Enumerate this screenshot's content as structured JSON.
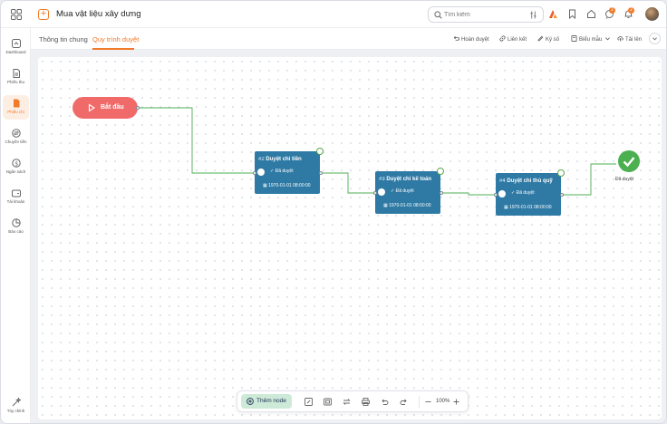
{
  "app": {
    "title": "Mua vật liệu xây dưng"
  },
  "search": {
    "placeholder": "Tìm kiếm"
  },
  "notifications": {
    "chat_count": "2",
    "bell_count": "2"
  },
  "sidebar": {
    "items": [
      {
        "label": "Dashboard"
      },
      {
        "label": "Phiếu thu"
      },
      {
        "label": "Phiếu chi"
      },
      {
        "label": "Chuyển tiền"
      },
      {
        "label": "Ngân sách"
      },
      {
        "label": "Tài khoản"
      },
      {
        "label": "Báo cáo"
      }
    ],
    "bottom": {
      "label": "Tùy chỉnh"
    }
  },
  "tabs": [
    {
      "label": "Thông tin chung"
    },
    {
      "label": "Quy trình duyệt"
    }
  ],
  "actions": {
    "undo": "Hoàn duyệt",
    "link": "Liên kết",
    "sign": "Ký số",
    "template": "Biểu mẫu",
    "upload": "Tải lên"
  },
  "flow": {
    "start": {
      "label": "Bắt đầu"
    },
    "nodes": [
      {
        "num": "#2",
        "title": "Duyệt chi tiền",
        "status": "Đã duyệt",
        "time": "1970-01-01 08:00:00"
      },
      {
        "num": "#3",
        "title": "Duyệt chi kế toán",
        "status": "Đã duyệt",
        "time": "1970-01-01 08:00:00"
      },
      {
        "num": "#4",
        "title": "Duyệt chi thủ quỹ",
        "status": "Đã duyệt",
        "time": "1970-01-01 08:00:00"
      }
    ],
    "end": {
      "label": "Đã duyệt"
    }
  },
  "toolbar": {
    "add_node": "Thêm node",
    "zoom": "100%"
  },
  "colors": {
    "accent": "#f07a2a",
    "start": "#f06a6a",
    "node": "#2e7aa5",
    "approved": "#4caf50",
    "edge": "#4caf50"
  }
}
